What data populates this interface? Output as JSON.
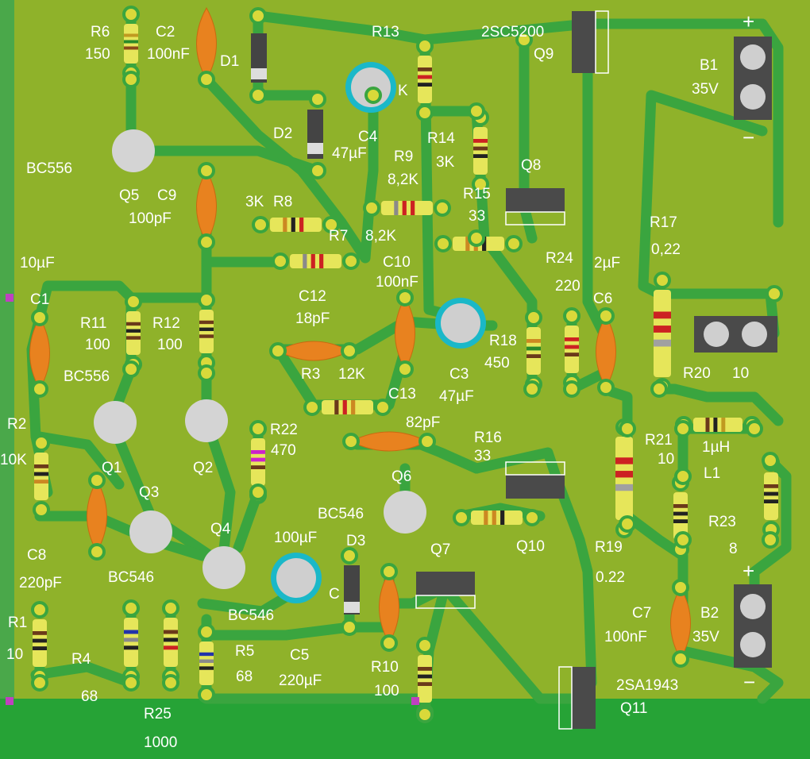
{
  "colors": {
    "board": "#8fb22a",
    "trace": "#3aa53f",
    "trace_edge": "#2f8f34",
    "pad": "#d9d93a",
    "pad_ring": "#e6e64a",
    "bottom_strip": "#26a336",
    "left_edge": "#4aa84a",
    "resistor_body": "#e6e65a",
    "cap_ceramic": "#e8821f",
    "electrolytic_ring": "#1ab8c8",
    "transistor_body": "#d4d4d4",
    "power_transistor": "#4a4a4a",
    "terminal_block": "#4a4a4a",
    "marker": "#c040c0"
  },
  "labels": {
    "r6": "R6",
    "r6_val": "150",
    "c2": "C2",
    "c2_val": "100nF",
    "d1": "D1",
    "r13": "R13",
    "q9_type": "2SC5200",
    "q9": "Q9",
    "b1": "B1",
    "b1_val": "35V",
    "plus_top": "+",
    "minus_top": "−",
    "d2": "D2",
    "c4": "C4",
    "c4_val": "47µF",
    "c4_k": "K",
    "bc556_q5": "BC556",
    "r14": "R14",
    "r14_val": "3K",
    "r9": "R9",
    "r9_val": "8,2K",
    "q8": "Q8",
    "q5": "Q5",
    "c9": "C9",
    "c9_val": "100pF",
    "r8_val": "3K",
    "r8": "R8",
    "r15": "R15",
    "r15_val": "33",
    "r7": "R7",
    "r7_val": "8,2K",
    "r17": "R17",
    "r17_val": "0,22",
    "c1_val": "10µF",
    "c1": "C1",
    "c10": "C10",
    "c10_val": "100nF",
    "r24": "R24",
    "r24_val": "220",
    "c6_val": "2µF",
    "c6": "C6",
    "c12": "C12",
    "c12_val": "18pF",
    "r11": "R11",
    "r11_val": "100",
    "r12": "R12",
    "r12_val": "100",
    "r18": "R18",
    "r18_val": "450",
    "r3": "R3",
    "r3_val": "12K",
    "c3": "C3",
    "c3_val": "47µF",
    "r20": "R20",
    "r20_val": "10",
    "bc556_q1": "BC556",
    "c13": "C13",
    "c13_val": "82pF",
    "r2": "R2",
    "r2_val": "10K",
    "r22": "R22",
    "r22_val": "470",
    "r21": "R21",
    "r21_val": "10",
    "l1_val": "1µH",
    "l1": "L1",
    "q1": "Q1",
    "q2": "Q2",
    "r16": "R16",
    "r16_val": "33",
    "q3": "Q3",
    "q6": "Q6",
    "bc546_q6": "BC546",
    "q10": "Q10",
    "r23": "R23",
    "r23_val": "8",
    "c8": "C8",
    "c8_val": "220pF",
    "bc546_q3": "BC546",
    "q4": "Q4",
    "c_100uf": "100µF",
    "d3": "D3",
    "c_label": "C",
    "q7": "Q7",
    "r19": "R19",
    "r19_val": "0.22",
    "plus_bottom": "+",
    "bc546_q4": "BC546",
    "c7": "C7",
    "c7_val": "100nF",
    "b2": "B2",
    "b2_val": "35V",
    "r1": "R1",
    "r1_val": "10",
    "r4": "R4",
    "r4_val": "68",
    "r5": "R5",
    "r5_val": "68",
    "c5": "C5",
    "c5_val": "220µF",
    "r10": "R10",
    "r10_val": "100",
    "minus_bottom": "−",
    "q11_type": "2SA1943",
    "q11": "Q11",
    "r25": "R25",
    "r25_val": "1000"
  },
  "components": [
    {
      "id": "r6",
      "type": "resistor",
      "bands": [
        "#c09a20",
        "#2a8a2a",
        "#8b4a1a"
      ]
    },
    {
      "id": "r13",
      "type": "resistor",
      "bands": [
        "#6b3a1a",
        "#cc2222",
        "#222222"
      ]
    },
    {
      "id": "r14",
      "type": "resistor",
      "bands": [
        "#cc2222",
        "#6b3a1a",
        "#222222"
      ]
    },
    {
      "id": "r9",
      "type": "resistor",
      "bands": [
        "#8a8a8a",
        "#cc2222",
        "#cc2222"
      ]
    },
    {
      "id": "r8",
      "type": "resistor",
      "bands": [
        "#cc8822",
        "#222222",
        "#cc2222"
      ]
    },
    {
      "id": "r15",
      "type": "resistor",
      "bands": [
        "#cc8822",
        "#cc8822",
        "#222222"
      ]
    },
    {
      "id": "r7",
      "type": "resistor",
      "bands": [
        "#8a8a8a",
        "#cc2222",
        "#cc2222"
      ]
    },
    {
      "id": "r17",
      "type": "resistor",
      "bands": [
        "#cc2222",
        "#cc2222",
        "#a0a0a0"
      ]
    },
    {
      "id": "r11",
      "type": "resistor",
      "bands": [
        "#6b3a1a",
        "#222222",
        "#6b3a1a"
      ]
    },
    {
      "id": "r12",
      "type": "resistor",
      "bands": [
        "#6b3a1a",
        "#222222",
        "#6b3a1a"
      ]
    },
    {
      "id": "r18",
      "type": "resistor",
      "bands": [
        "#cc8822",
        "#2a8a2a",
        "#6b3a1a"
      ]
    },
    {
      "id": "r24",
      "type": "resistor",
      "bands": [
        "#cc2222",
        "#cc2222",
        "#6b3a1a"
      ]
    },
    {
      "id": "r3",
      "type": "resistor",
      "bands": [
        "#6b3a1a",
        "#cc2222",
        "#cc8822"
      ]
    },
    {
      "id": "r20",
      "type": "resistor",
      "bands": [
        "#6b3a1a",
        "#222222",
        "#222222"
      ]
    },
    {
      "id": "r2",
      "type": "resistor",
      "bands": [
        "#6b3a1a",
        "#222222",
        "#cc8822"
      ]
    },
    {
      "id": "r22",
      "type": "resistor",
      "bands": [
        "#cc22cc",
        "#cc22cc",
        "#6b3a1a"
      ]
    },
    {
      "id": "r21",
      "type": "resistor",
      "bands": [
        "#6b3a1a",
        "#222222",
        "#222222"
      ]
    },
    {
      "id": "r16",
      "type": "resistor",
      "bands": [
        "#cc8822",
        "#cc8822",
        "#222222"
      ]
    },
    {
      "id": "r23",
      "type": "resistor",
      "bands": [
        "#6b3a1a",
        "#222222",
        "#222222"
      ]
    },
    {
      "id": "r19",
      "type": "resistor",
      "bands": [
        "#cc2222",
        "#cc2222",
        "#a0a0a0"
      ]
    },
    {
      "id": "r1",
      "type": "resistor",
      "bands": [
        "#6b3a1a",
        "#222222",
        "#222222"
      ]
    },
    {
      "id": "r4",
      "type": "resistor",
      "bands": [
        "#2233aa",
        "#8a8a8a",
        "#222222"
      ]
    },
    {
      "id": "r25",
      "type": "resistor",
      "bands": [
        "#6b3a1a",
        "#222222",
        "#cc2222"
      ]
    },
    {
      "id": "r5",
      "type": "resistor",
      "bands": [
        "#2233aa",
        "#8a8a8a",
        "#222222"
      ]
    },
    {
      "id": "r10",
      "type": "resistor",
      "bands": [
        "#6b3a1a",
        "#222222",
        "#6b3a1a"
      ]
    },
    {
      "id": "l1",
      "type": "resistor",
      "bands": [
        "#6b3a1a",
        "#222222",
        "#c09a20"
      ]
    }
  ]
}
